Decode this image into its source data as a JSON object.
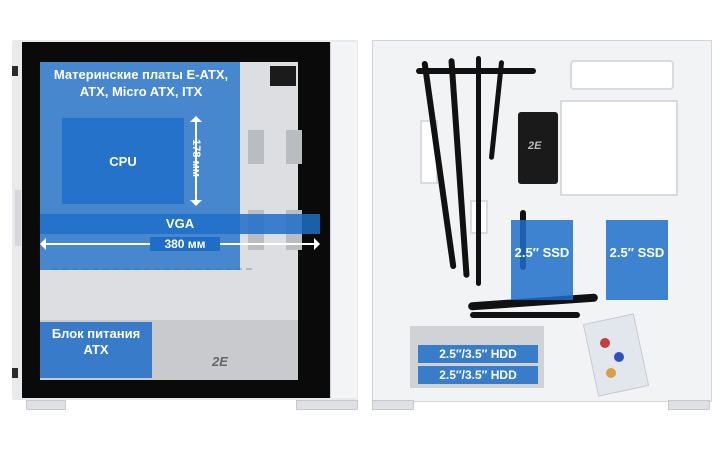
{
  "brand": {
    "logo_text": "2E"
  },
  "left_view": {
    "motherboard_label": "Материнские платы E-ATX, ATX, Micro ATX, ITX",
    "cpu_label": "CPU",
    "cooler_height_label": "178 мм",
    "vga_label": "VGA",
    "vga_length_label": "380 мм",
    "psu_label": "Блок питания ATX"
  },
  "right_view": {
    "ssd_label_1": "2.5″ SSD",
    "ssd_label_2": "2.5″ SSD",
    "hdd_label_1": "2.5″/3.5″ HDD",
    "hdd_label_2": "2.5″/3.5″ HDD",
    "hub_logo": "2E"
  },
  "colors": {
    "highlight": "#1e6ec8",
    "glass": "#0a0a0a",
    "chassis": "#f2f3f5"
  }
}
